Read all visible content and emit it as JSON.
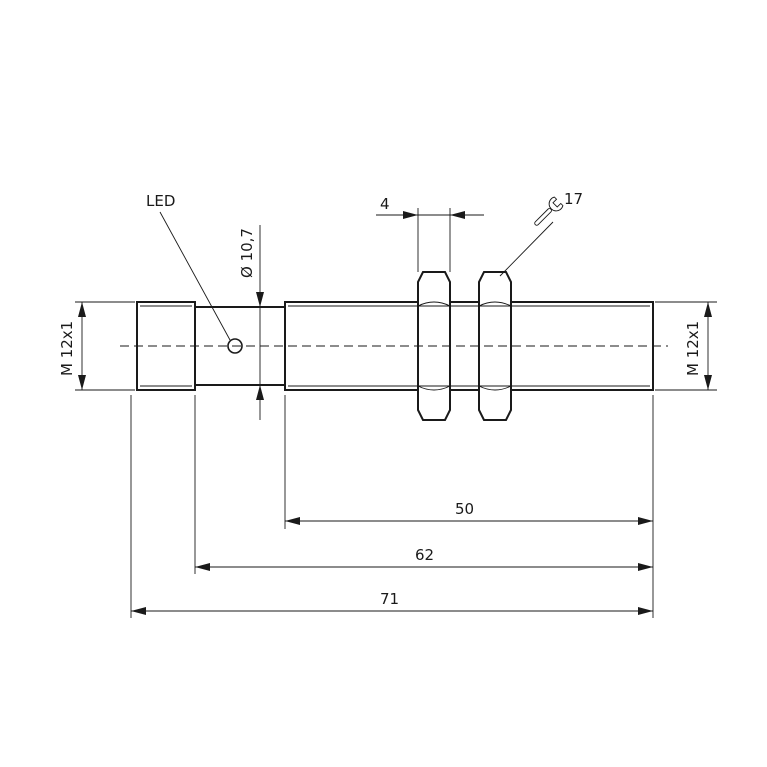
{
  "labels": {
    "led": "LED",
    "diameter": "Ø 10,7",
    "thread_left": "M 12x1",
    "thread_right": "M 12x1",
    "nut_width": "4",
    "wrench_size": "17"
  },
  "dimensions": {
    "dim_50": "50",
    "dim_62": "62",
    "dim_71": "71"
  },
  "icons": {
    "wrench": "wrench-icon"
  }
}
